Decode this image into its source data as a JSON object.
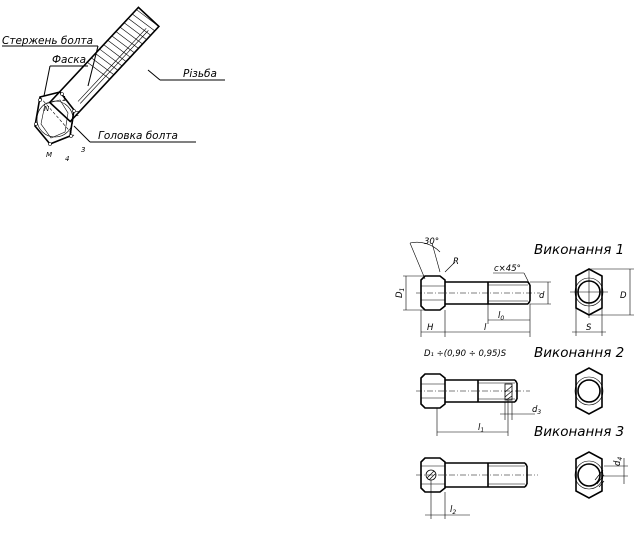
{
  "bolt_sketch": {
    "label_shank": "Стержень болта",
    "label_chamfer": "Фаска",
    "label_thread": "Різьба",
    "label_head": "Головка болта",
    "point_n": "N",
    "point_1": "1",
    "point_2": "2",
    "point_3": "3",
    "point_4": "4",
    "point_m": "M"
  },
  "variants": {
    "v1_title": "Виконання 1",
    "v2_title": "Виконання 2",
    "v3_title": "Виконання 3"
  },
  "dimensions": {
    "angle": "30°",
    "radius": "R",
    "chamfer": "c×45°",
    "d1": "D",
    "d1_sub": "1",
    "d": "d",
    "l0": "l",
    "l0_sub": "0",
    "H": "H",
    "l": "l",
    "S": "S",
    "D": "D",
    "formula": "D₁ ÷(0,90 ÷ 0,95)S",
    "d3": "d",
    "d3_sub": "3",
    "l1": "l",
    "l1_sub": "1",
    "d4": "d",
    "d4_sub": "4",
    "l2": "l",
    "l2_sub": "2"
  }
}
